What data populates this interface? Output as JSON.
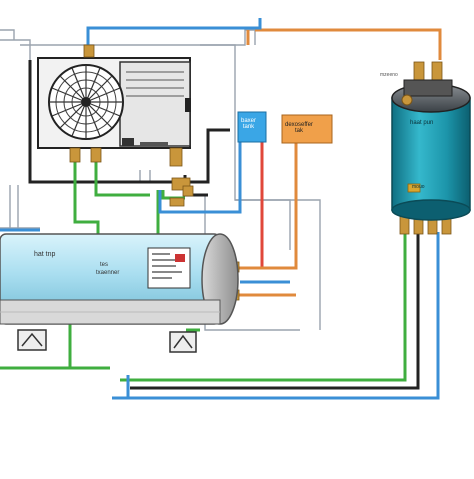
{
  "labels": {
    "left_tank": "hat tnp",
    "tank_plate_line1": "tes",
    "tank_plate_line2": "txaenner",
    "blue_box": "baxer\ntank",
    "orange_box": "dexoseffer\ntak",
    "right_tank_top": "haat pun",
    "right_tank_mid": "mouo",
    "right_top_small": "mzeeno"
  },
  "colors": {
    "pipe_blue": "#3a8fd6",
    "pipe_green": "#3fae3f",
    "pipe_black": "#222222",
    "pipe_orange": "#e08a3c",
    "pipe_red": "#e0473a",
    "pipe_grey": "#9aa3ad",
    "tank_body": "#bfe6f2",
    "right_tank": "#1f9bb0",
    "brass": "#c9963b"
  }
}
